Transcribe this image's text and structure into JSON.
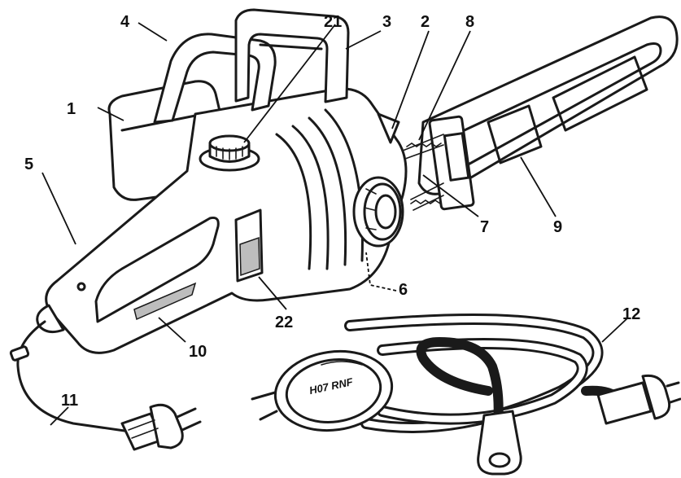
{
  "labels": {
    "l1": "1",
    "l2": "2",
    "l3": "3",
    "l4": "4",
    "l5": "5",
    "l6": "6",
    "l7": "7",
    "l8": "8",
    "l9": "9",
    "l10": "10",
    "l11": "11",
    "l12": "12",
    "l21": "21",
    "l22": "22"
  },
  "cord_marking": "H07 RNF",
  "colors": {
    "line": "#1a1a1a",
    "fill": "#ffffff",
    "shade": "#bdbdbd"
  }
}
